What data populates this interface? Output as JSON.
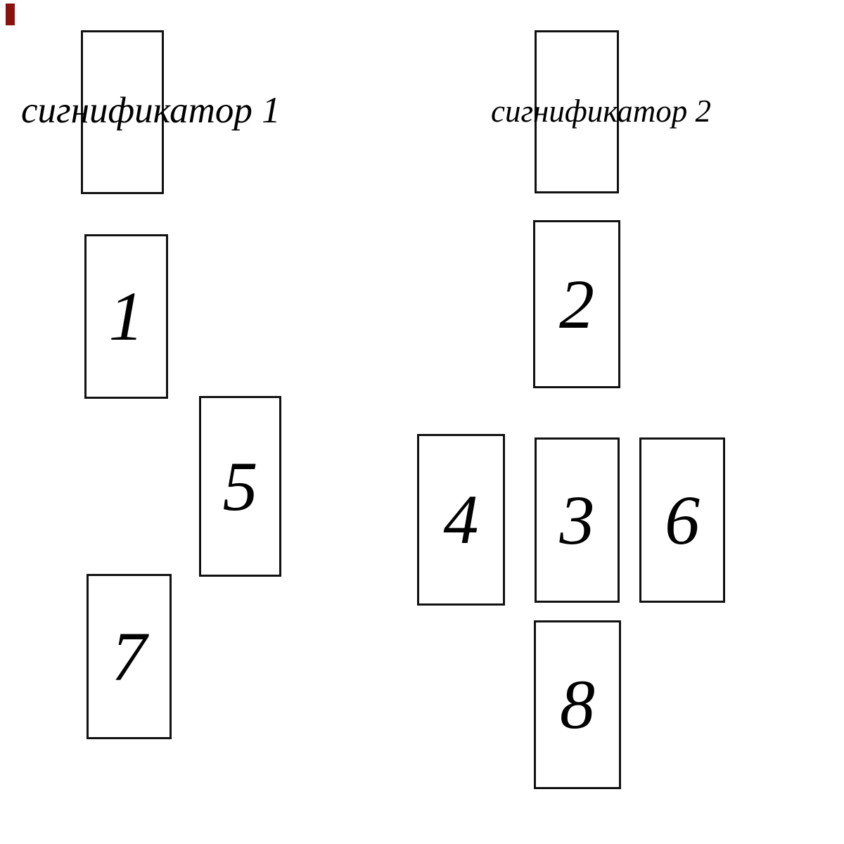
{
  "colors": {
    "background": "#ffffff",
    "card_border": "#111111",
    "text": "#000000",
    "artifact_red": "#8b1111"
  },
  "spread1": {
    "label": "сигнификатор 1",
    "cards": [
      {
        "number": "1"
      },
      {
        "number": "5"
      },
      {
        "number": "7"
      }
    ]
  },
  "spread2": {
    "label": "сигнификатор 2",
    "cards": [
      {
        "number": "2"
      },
      {
        "number": "4"
      },
      {
        "number": "3"
      },
      {
        "number": "6"
      },
      {
        "number": "8"
      }
    ]
  }
}
